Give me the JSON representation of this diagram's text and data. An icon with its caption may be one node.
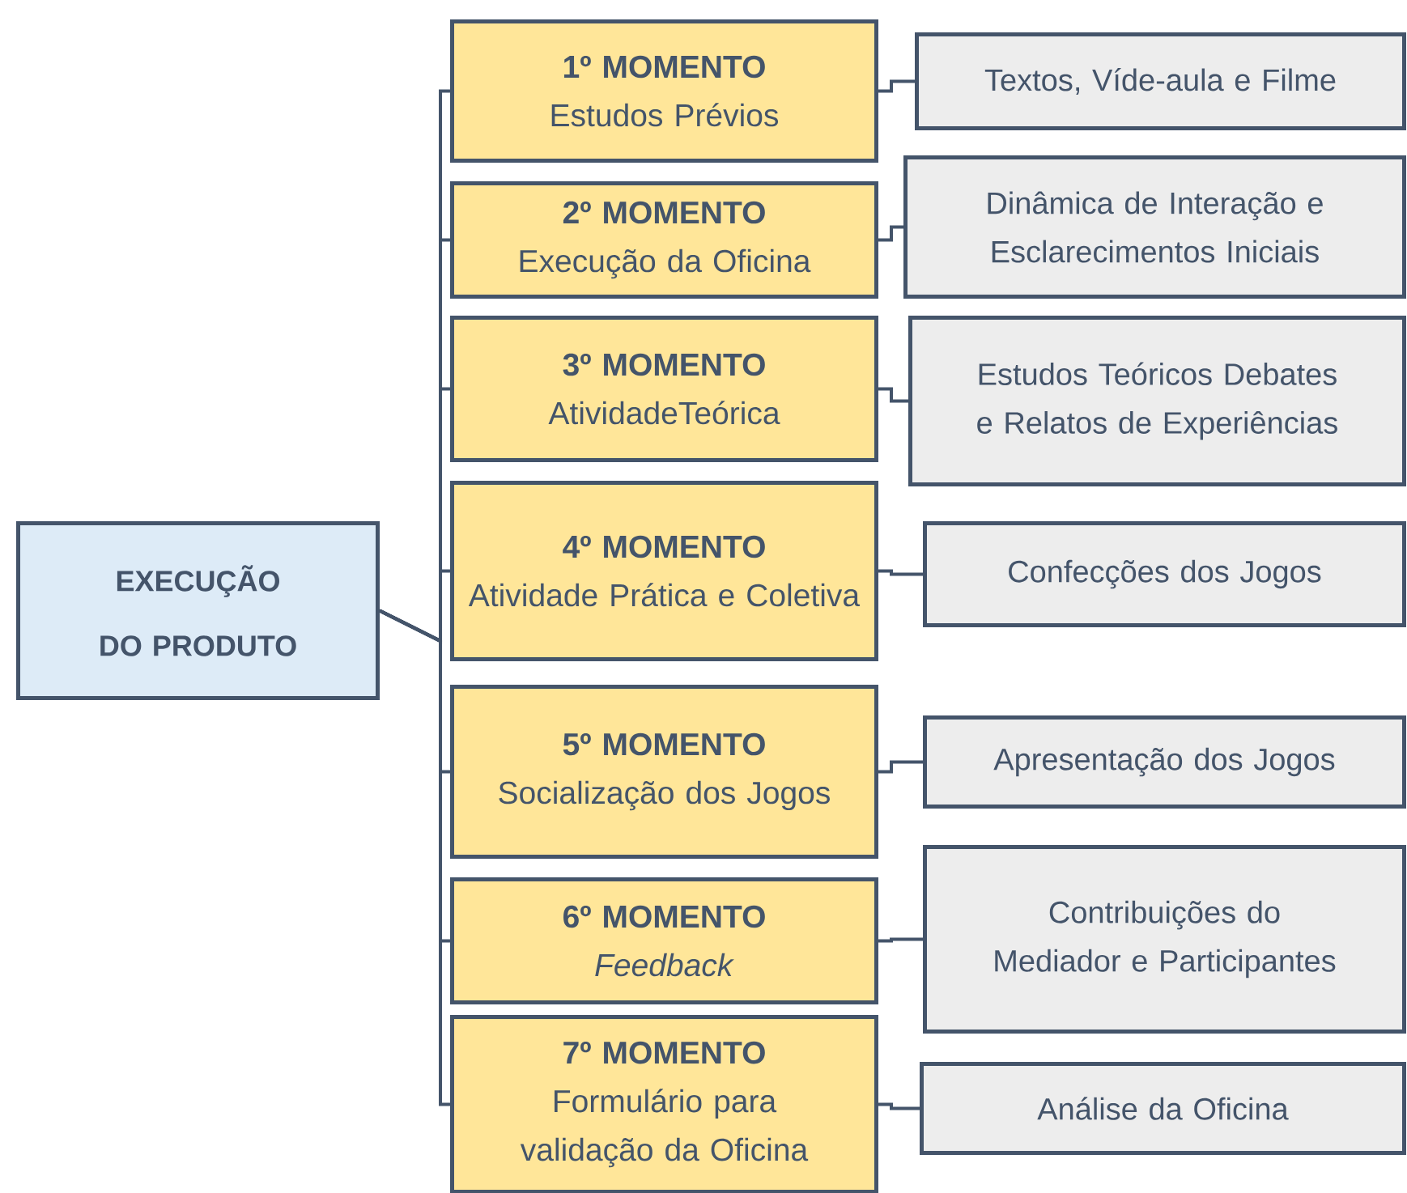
{
  "diagram": {
    "nodes": [
      {
        "text": [
          "EXECUÇÃO DO PRODUTO"
        ]
      },
      {
        "text": [
          "1º MOMENTO",
          "Estudos Prévios"
        ]
      },
      {
        "text": [
          "Textos, Víde-aula e Filme"
        ]
      },
      {
        "text": [
          "2º MOMENTO",
          "Execução da Oficina"
        ]
      },
      {
        "text": [
          "Dinâmica de Interação e Esclarecimentos Iniciais"
        ]
      },
      {
        "text": [
          "3º MOMENTO",
          "AtividadeTeórica"
        ]
      },
      {
        "text": [
          "Estudos Teóricos Debates e Relatos de Experiências"
        ]
      },
      {
        "text": [
          "4º MOMENTO",
          "Atividade Prática e Coletiva"
        ]
      },
      {
        "text": [
          "Confecções dos Jogos"
        ]
      },
      {
        "text": [
          "5º MOMENTO",
          "Socialização dos Jogos"
        ]
      },
      {
        "text": [
          "Apresentação dos Jogos"
        ]
      },
      {
        "text": [
          "6º MOMENTO",
          "*Feedback*"
        ]
      },
      {
        "text": [
          "Contribuições do Mediador e Participantes"
        ]
      },
      {
        "text": [
          "7º MOMENTO",
          "Formulário para validação da Oficina"
        ]
      },
      {
        "text": [
          "Análise da Oficina"
        ]
      }
    ],
    "edges": [
      {
        "from": 0,
        "to": 1,
        "arrow": "none"
      },
      {
        "from": 0,
        "to": 3,
        "arrow": "none"
      },
      {
        "from": 0,
        "to": 5,
        "arrow": "none"
      },
      {
        "from": 0,
        "to": 7,
        "arrow": "none"
      },
      {
        "from": 0,
        "to": 9,
        "arrow": "none"
      },
      {
        "from": 0,
        "to": 11,
        "arrow": "none"
      },
      {
        "from": 0,
        "to": 13,
        "arrow": "none"
      },
      {
        "from": 1,
        "to": 2,
        "arrow": "none"
      },
      {
        "from": 3,
        "to": 4,
        "arrow": "none"
      },
      {
        "from": 5,
        "to": 6,
        "arrow": "none"
      },
      {
        "from": 7,
        "to": 8,
        "arrow": "none"
      },
      {
        "from": 9,
        "to": 10,
        "arrow": "none"
      },
      {
        "from": 11,
        "to": 12,
        "arrow": "none"
      },
      {
        "from": 13,
        "to": 14,
        "arrow": "none"
      }
    ]
  }
}
